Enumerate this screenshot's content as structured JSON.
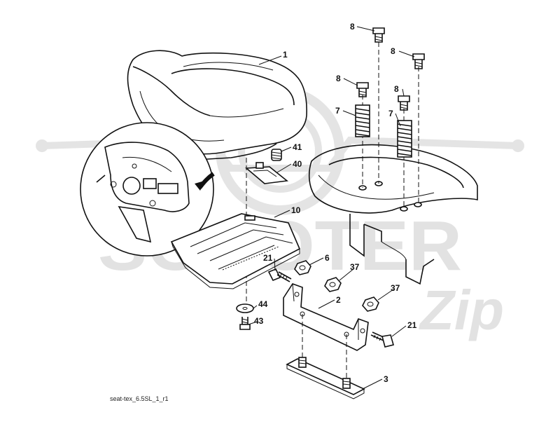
{
  "watermark": {
    "brand_text": "SCOOTER",
    "script_text": "Zip"
  },
  "caption": "seat-tex_6.5SL_1_r1",
  "callouts": {
    "c1": "1",
    "c2": "2",
    "c3": "3",
    "c6": "6",
    "c7a": "7",
    "c7b": "7",
    "c8a": "8",
    "c8b": "8",
    "c8c": "8",
    "c8d": "8",
    "c10": "10",
    "c21a": "21",
    "c21b": "21",
    "c37a": "37",
    "c37b": "37",
    "c40": "40",
    "c41": "41",
    "c43": "43",
    "c44": "44"
  },
  "colors": {
    "line": "#111111",
    "watermark": "#e2e2e2",
    "background": "#ffffff"
  }
}
